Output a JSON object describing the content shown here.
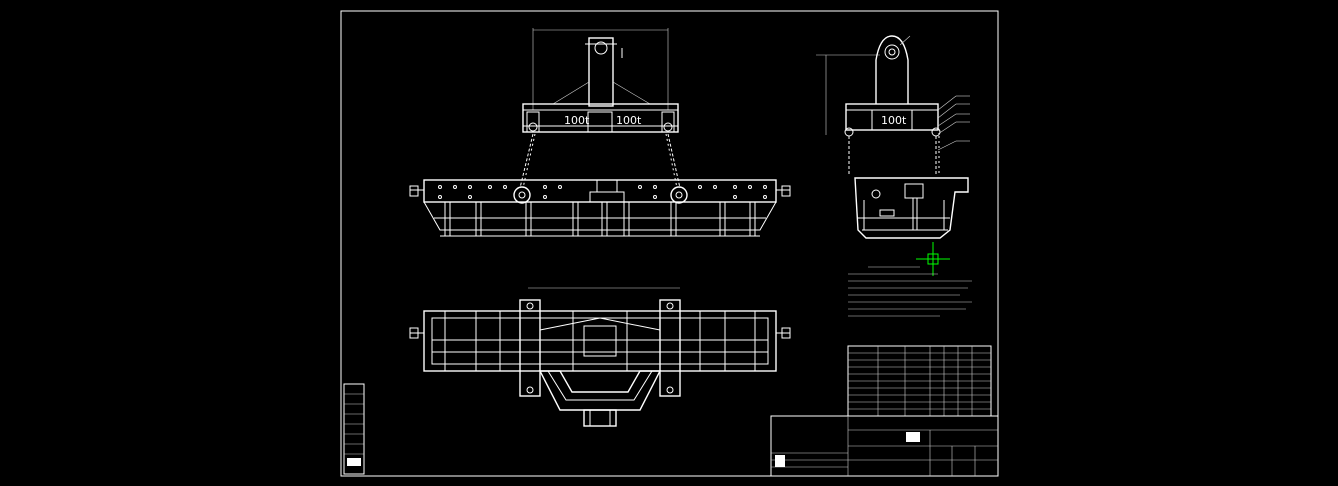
{
  "labels": {
    "front_view_capacity_left": "100t",
    "front_view_capacity_right": "100t",
    "side_view_capacity": "100t"
  },
  "colors": {
    "background": "#000000",
    "lines": "#ffffff",
    "cursor": "#00ff00"
  },
  "icons": {
    "cursor": "crosshair-cursor-icon"
  }
}
